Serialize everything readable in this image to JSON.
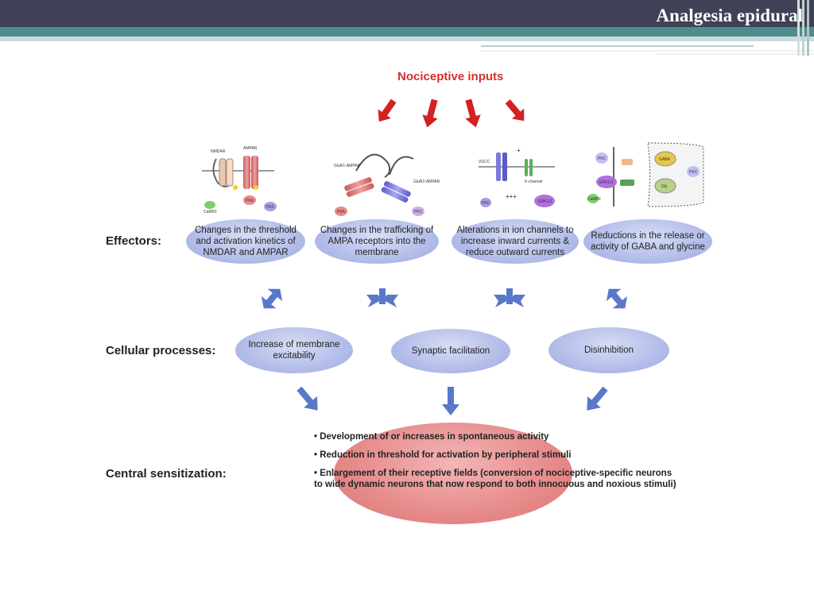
{
  "slide": {
    "title": "Analgesia epidural"
  },
  "diagram": {
    "nociceptive_inputs": "Nociceptive inputs",
    "row_labels": {
      "effectors": "Effectors:",
      "cellular": "Cellular processes:",
      "central": "Central sensitization:"
    },
    "effectors": [
      {
        "text": "Changes in the threshold and activation kinetics of NMDAR and AMPAR"
      },
      {
        "text": "Changes in the trafficking of AMPA receptors into the membrane"
      },
      {
        "text": "Alterations in ion channels to increase inward currents & reduce outward currents"
      },
      {
        "text": "Reductions in the release or activity of GABA and glycine"
      }
    ],
    "cellular": [
      {
        "text": "Increase of membrane excitability"
      },
      {
        "text": "Synaptic facilitation"
      },
      {
        "text": "Disinhibition"
      }
    ],
    "central_bullets": [
      "• Development of or increases in spontaneous activity",
      "• Reduction in threshold for activation by peripheral stimuli",
      "• Enlargement of their receptive fields (conversion of nociceptive-specific neurons to wide dynamic neurons that now respond to both innocuous and noxious stimuli)"
    ],
    "illustration_labels": {
      "nmdar": "NMDAR",
      "ampar": "AMPAR",
      "camkii": "CaMKII",
      "pka": "PKA",
      "pkc": "PKC",
      "glur1": "GluR1-AMPAR",
      "glur2": "GluR2-AMPAR",
      "vgcc": "VGCC",
      "k_channel": "K-channel",
      "plus": "+++",
      "erk": "ERK1/2",
      "gaba": "GABA",
      "gly": "Gly"
    }
  },
  "colors": {
    "title_bar": "#3f4157",
    "teal_bar": "#4f8d8d",
    "red_arrow": "#d32020",
    "blue_arrow": "#5a77c9",
    "blue_ellipse": "#b3bde9",
    "red_ellipse": "#e68a8a"
  }
}
